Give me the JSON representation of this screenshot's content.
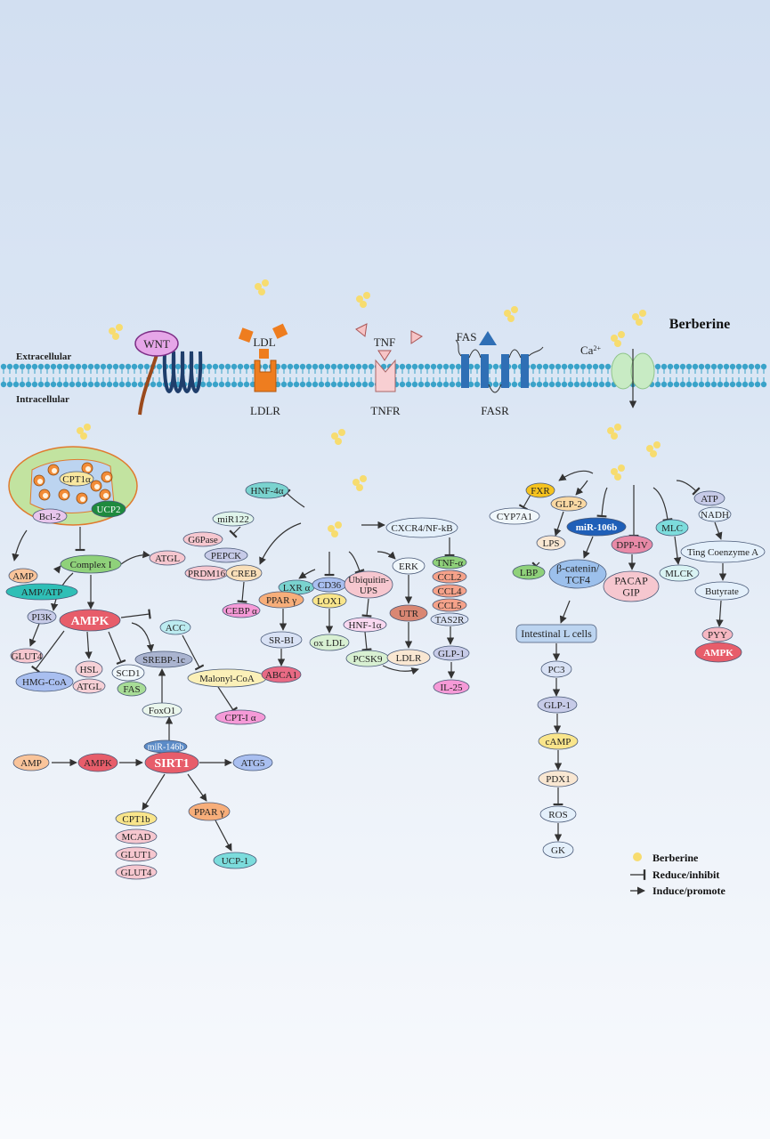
{
  "membrane": {
    "extracellular": "Extracellular",
    "intracellular": "Intracellular"
  },
  "receptors": {
    "wnt": "WNT",
    "ldl": "LDL",
    "ldlr": "LDLR",
    "tnf": "TNF",
    "tnfr": "TNFR",
    "fas": "FAS",
    "fasr": "FASR",
    "ca": "Ca",
    "ca_sup": "2+",
    "berberine": "Berberine"
  },
  "colors": {
    "membrane_head": "#3aa3c9",
    "berberine_dot": "#f7dc6f",
    "ampk": "#e75d6a",
    "mito_fill": "#c2e3a0",
    "mito_border": "#e07a2e",
    "ldlr": "#ee7d1f",
    "fasr": "#2f6fb5",
    "channel": "#c8ebc4"
  },
  "nodes": {
    "cpt1a": "CPT1α",
    "bcl2": "Bcl-2",
    "ucp2": "UCP2",
    "amp1": "AMP",
    "amp_atp": "AMP/ATP",
    "complex1": "Complex I",
    "atgl1": "ATGL",
    "prdm16": "PRDM16",
    "pi3k": "PI3K",
    "ampk1": "AMPK",
    "acc": "ACC",
    "glut4a": "GLUT4",
    "hmgcoa": "HMG-CoA",
    "hsl": "HSL",
    "atgl2": "ATGL",
    "scd1": "SCD1",
    "fas_n": "FAS",
    "srebp": "SREBP-1c",
    "malonyl": "Malonyl-CoA",
    "cpt1alpha": "CPT-I α",
    "foxo1": "FoxO1",
    "amp2": "AMP",
    "ampk2": "AMPK",
    "mir146b": "miR-146b",
    "sirt1": "SIRT1",
    "atg5": "ATG5",
    "cpt1b": "CPT1b",
    "mcad": "MCAD",
    "glut1": "GLUT1",
    "glut4b": "GLUT4",
    "pparg2": "PPAR γ",
    "ucp1": "UCP-1",
    "hnf4a": "HNF-4α",
    "mir122": "miR122",
    "g6pase": "G6Pase",
    "pepck": "PEPCK",
    "creb": "CREB",
    "cebpa": "CEBP α",
    "lxra": "LXR α",
    "pparg1": "PPAR γ",
    "srbi": "SR-BI",
    "abca1": "ABCA1",
    "cd36": "CD36",
    "lox1": "LOX1",
    "oxldl": "ox LDL",
    "ubiq": "Ubiquitin-\nUPS",
    "hnf1a": "HNF-1α",
    "pcsk9": "PCSK9",
    "erk": "ERK",
    "utr": "UTR",
    "ldlr_n": "LDLR",
    "cxcr4": "CXCR4/NF-kB",
    "tnfa": "TNF-α",
    "ccl2": "CCL2",
    "ccl4": "CCL4",
    "ccl5": "CCL5",
    "tas2r": "TAS2R",
    "glp1a": "GLP-1",
    "il25": "IL-25",
    "fxr": "FXR",
    "glp2": "GLP-2",
    "cyp7a1": "CYP7A1",
    "lps": "LPS",
    "lbp": "LBP",
    "mir106b": "miR-106b",
    "bcat": "β-catenin/\nTCF4",
    "dpp4": "DPP-IV",
    "pacap": "PACAP\nGIP",
    "mlc": "MLC",
    "mlck": "MLCK",
    "atp": "ATP",
    "nadh": "NADH",
    "tingcoa": "Ting Coenzyme A",
    "butyrate": "Butyrate",
    "pyy": "PYY",
    "ampk3": "AMPK",
    "intL": "Intestinal L cells",
    "pc3": "PC3",
    "glp1b": "GLP-1",
    "camp": "cAMP",
    "pdx1": "PDX1",
    "ros": "ROS",
    "gk": "GK"
  },
  "legend": {
    "berberine": "Berberine",
    "reduce": "Reduce/inhibit",
    "induce": "Induce/promote"
  }
}
